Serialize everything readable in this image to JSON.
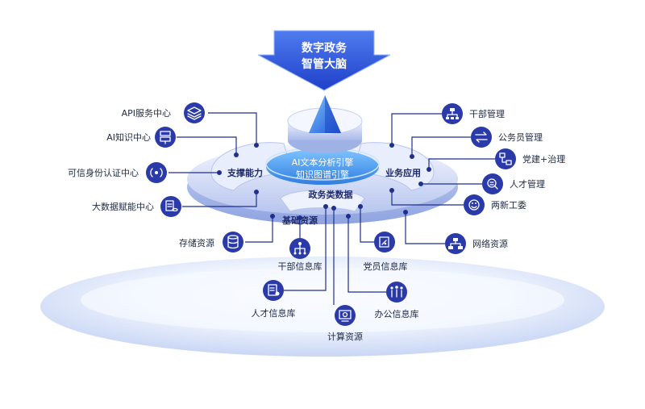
{
  "banner": {
    "line1": "数字政务",
    "line2": "智管大脑"
  },
  "center": {
    "line1": "AI文本分析引擎",
    "line2": "知识图谱引擎"
  },
  "rings": {
    "support": "支撑能力",
    "business": "业务应用",
    "gov_data": "政务类数据",
    "base": "基础资源"
  },
  "left_items": [
    {
      "label": "API服务中心",
      "icon": "layers-icon"
    },
    {
      "label": "AI知识中心",
      "icon": "server-icon"
    },
    {
      "label": "可信身份认证中心",
      "icon": "signal-icon"
    },
    {
      "label": "大数据赋能中心",
      "icon": "database-doc-icon"
    }
  ],
  "right_items": [
    {
      "label": "干部管理",
      "icon": "org-chart-icon"
    },
    {
      "label": "公务员管理",
      "icon": "swap-icon"
    },
    {
      "label": "党建+治理",
      "icon": "flow-icon"
    },
    {
      "label": "人才管理",
      "icon": "search-doc-icon"
    },
    {
      "label": "两新工委",
      "icon": "smile-icon"
    },
    {
      "label": "网络资源",
      "icon": "network-icon"
    }
  ],
  "bottom_items": [
    {
      "label": "存储资源",
      "icon": "storage-icon"
    },
    {
      "label": "干部信息库",
      "icon": "tree-icon"
    },
    {
      "label": "党员信息库",
      "icon": "party-doc-icon"
    },
    {
      "label": "人才信息库",
      "icon": "id-card-icon"
    },
    {
      "label": "办公信息库",
      "icon": "people-icon"
    },
    {
      "label": "计算资源",
      "icon": "monitor-icon"
    }
  ],
  "colors": {
    "primary": "#2a3aa8",
    "banner": "#2f4fd6",
    "center_top": "#4fa8ff",
    "disk": "#c7d2f2",
    "floor": "#dfe8fb"
  }
}
